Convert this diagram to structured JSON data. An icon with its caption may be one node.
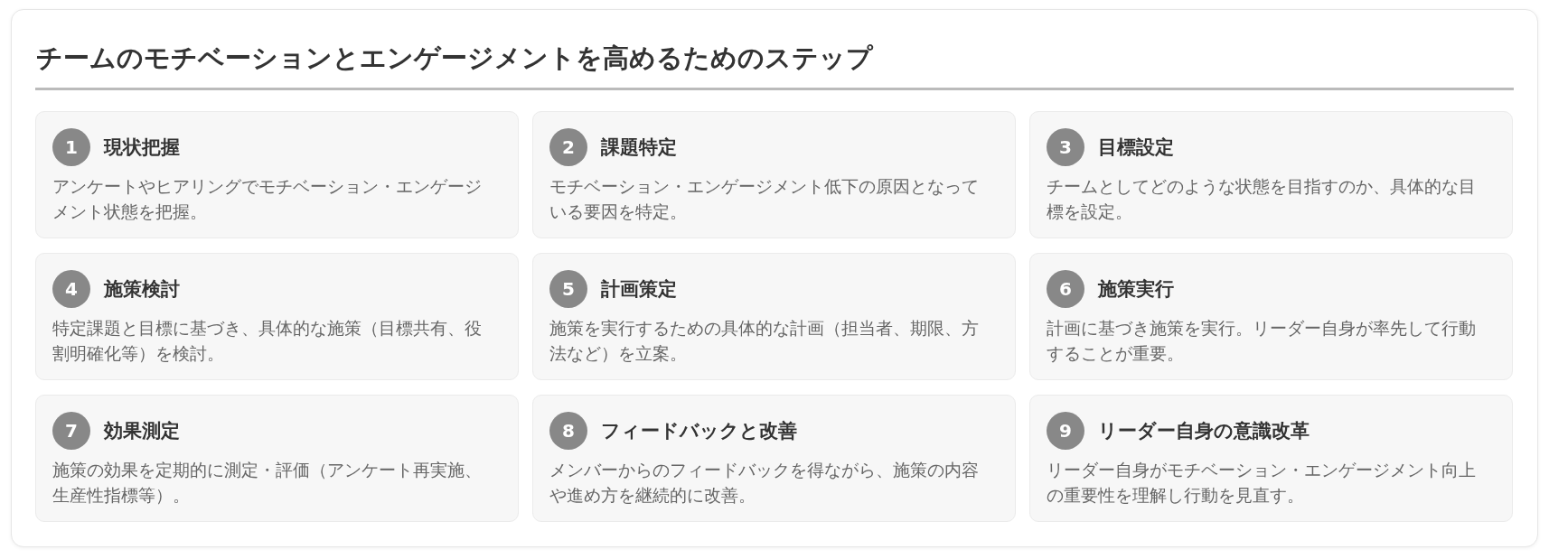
{
  "diagram": {
    "title": "チームのモチベーションとエンゲージメントを高めるためのステップ",
    "nodes": [
      {
        "text": [
          "1",
          "現状把握",
          "アンケートやヒアリングでモチベーション・エンゲージメント状態を把握。"
        ]
      },
      {
        "text": [
          "2",
          "課題特定",
          "モチベーション・エンゲージメント低下の原因となっている要因を特定。"
        ]
      },
      {
        "text": [
          "3",
          "目標設定",
          "チームとしてどのような状態を目指すのか、具体的な目標を設定。"
        ]
      },
      {
        "text": [
          "4",
          "施策検討",
          "特定課題と目標に基づき、具体的な施策（目標共有、役割明確化等）を検討。"
        ]
      },
      {
        "text": [
          "5",
          "計画策定",
          "施策を実行するための具体的な計画（担当者、期限、方法など）を立案。"
        ]
      },
      {
        "text": [
          "6",
          "施策実行",
          "計画に基づき施策を実行。リーダー自身が率先して行動することが重要。"
        ]
      },
      {
        "text": [
          "7",
          "効果測定",
          "施策の効果を定期的に測定・評価（アンケート再実施、生産性指標等）。"
        ]
      },
      {
        "text": [
          "8",
          "フィードバックと改善",
          "メンバーからのフィードバックを得ながら、施策の内容や進め方を継続的に改善。"
        ]
      },
      {
        "text": [
          "9",
          "リーダー自身の意識改革",
          "リーダー自身がモチベーション・エンゲージメント向上の重要性を理解し行動を見直す。"
        ]
      }
    ]
  }
}
